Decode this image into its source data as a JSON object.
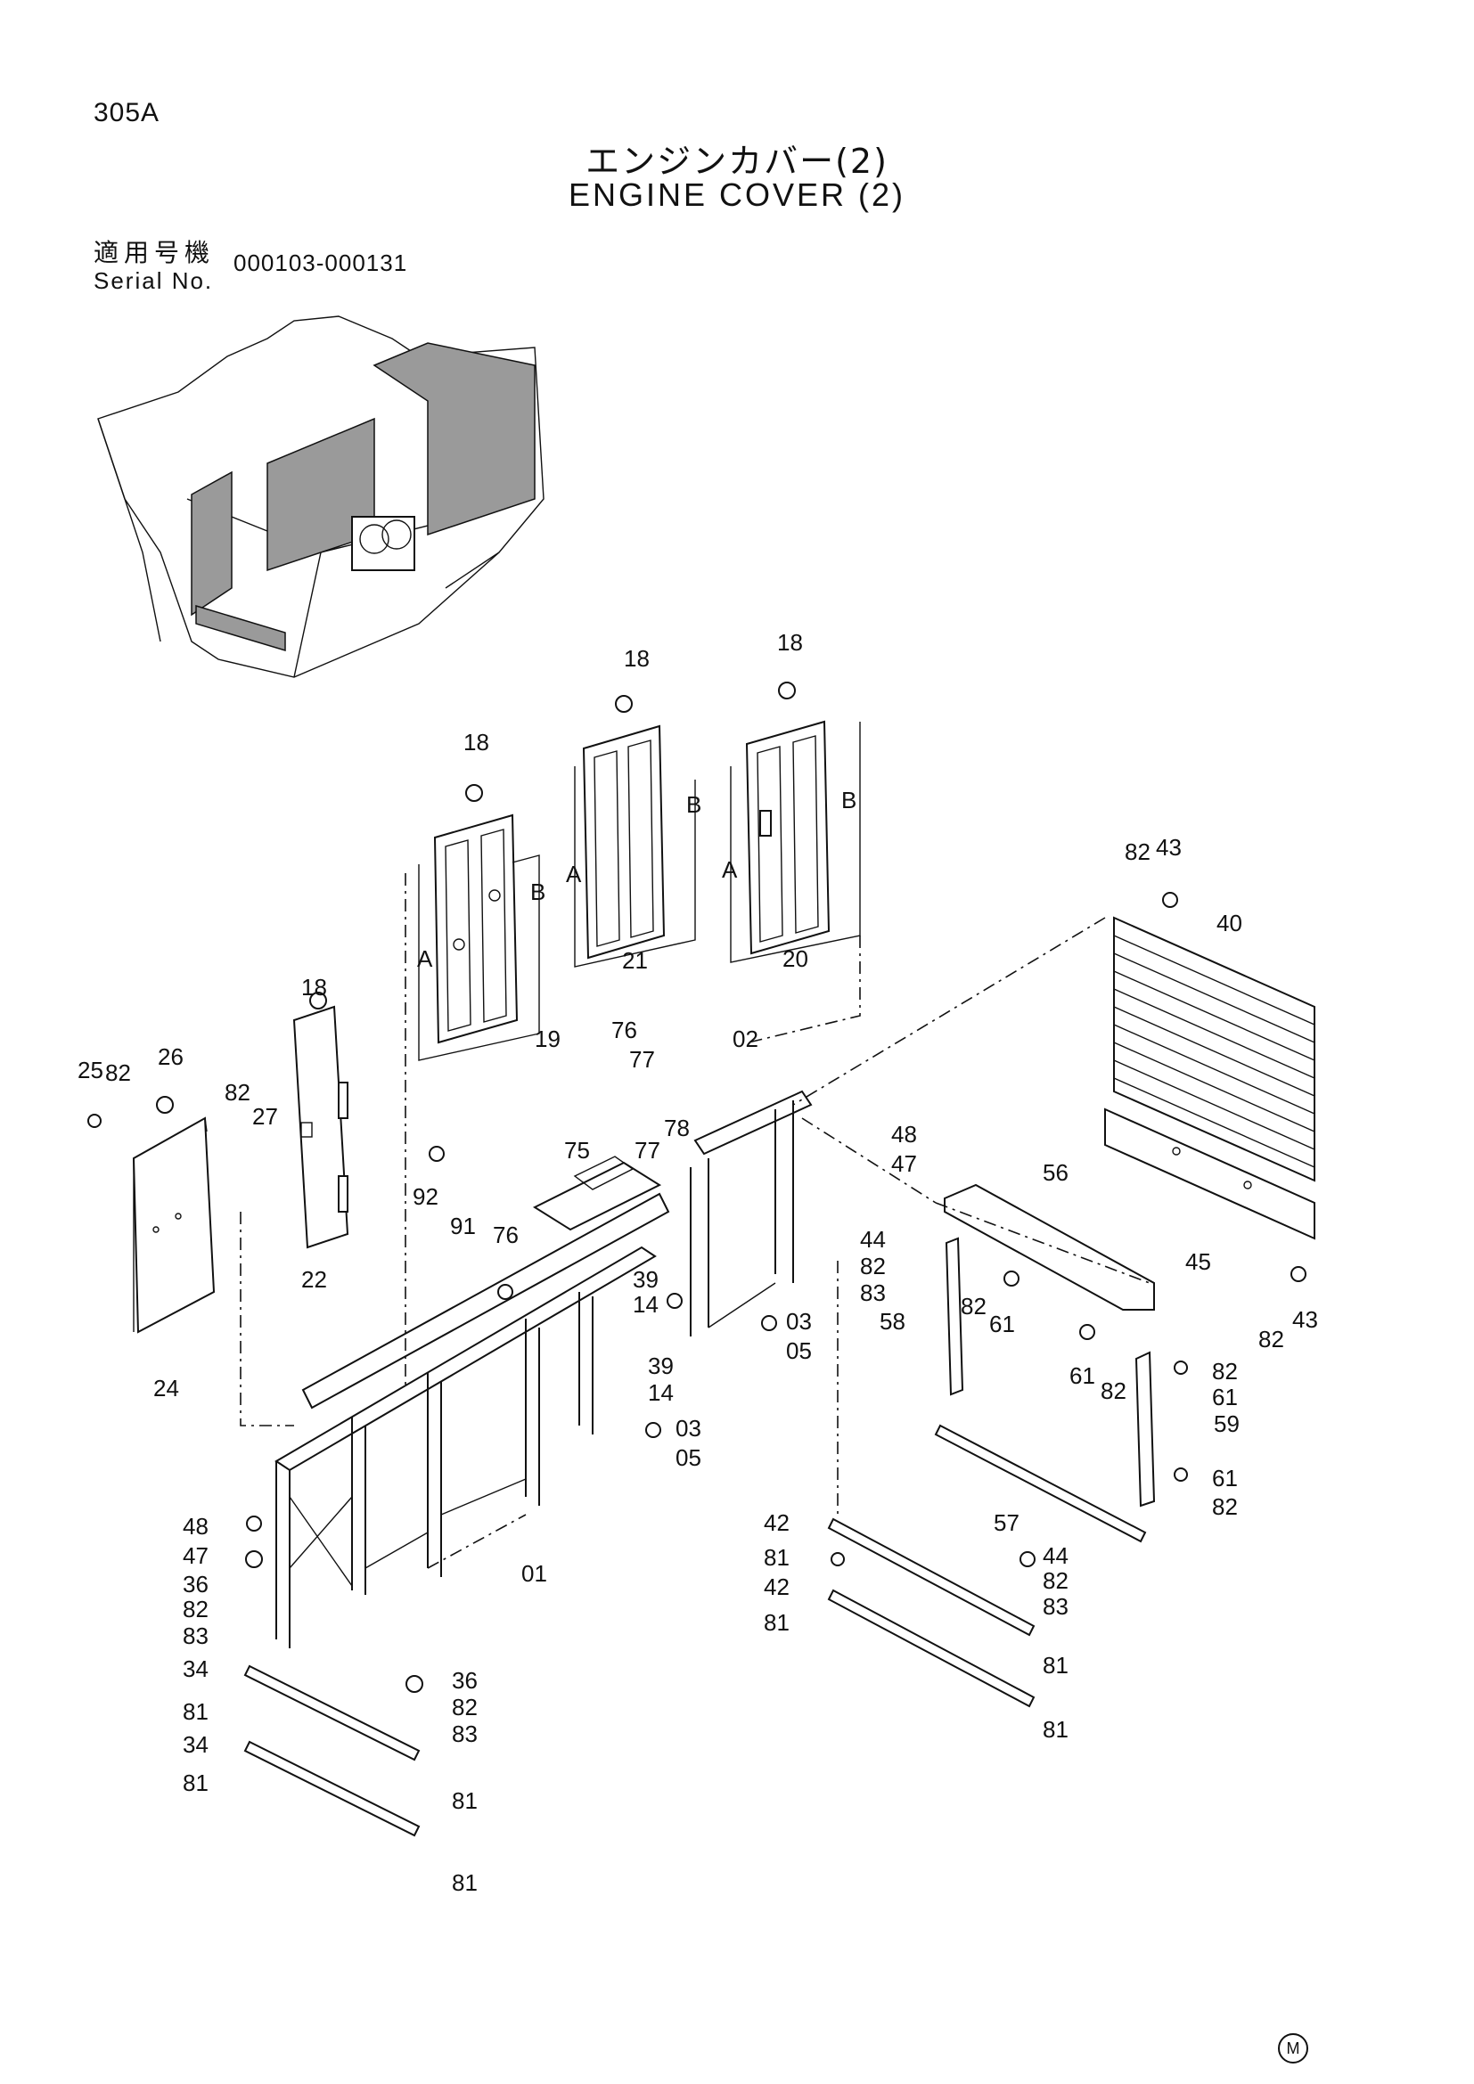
{
  "header": {
    "page_code": "305A",
    "title_jp": "エンジンカバー(2)",
    "title_en": "ENGINE COVER (2)",
    "serial_label_jp": "適用号機",
    "serial_label_en": "Serial No.",
    "serial_range": "000103-000131"
  },
  "callouts": [
    "01",
    "02",
    "03",
    "05",
    "14",
    "18",
    "19",
    "20",
    "21",
    "22",
    "24",
    "25",
    "26",
    "27",
    "34",
    "36",
    "39",
    "40",
    "42",
    "43",
    "44",
    "45",
    "47",
    "48",
    "56",
    "57",
    "58",
    "59",
    "61",
    "75",
    "76",
    "77",
    "78",
    "81",
    "82",
    "83",
    "91",
    "92",
    "A",
    "B"
  ],
  "footer": {
    "mark": "M"
  }
}
